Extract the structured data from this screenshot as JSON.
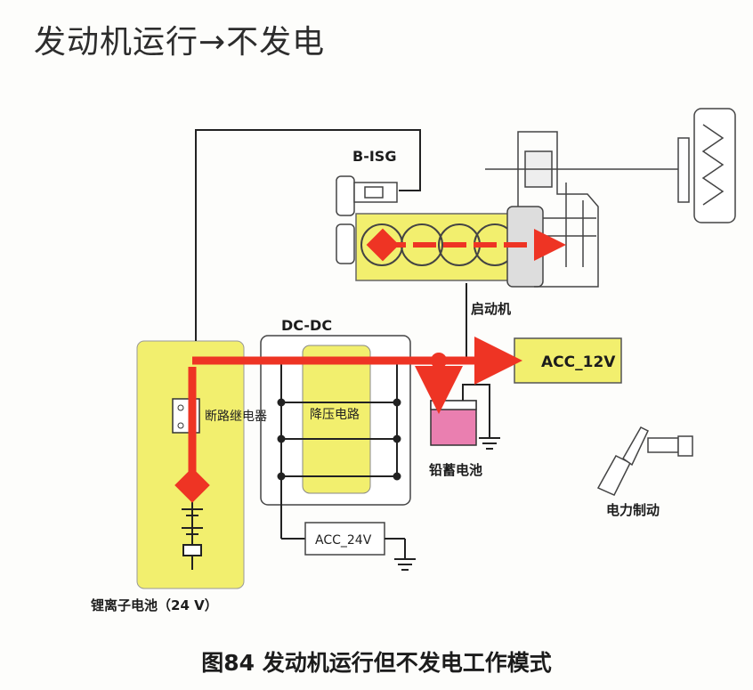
{
  "title": "发动机运行→不发电",
  "caption": "图84 发动机运行但不发电工作模式",
  "labels": {
    "bisg": "B-ISG",
    "starter": "启动机",
    "dcdc": "DC-DC",
    "acc12": "ACC_12V",
    "relay": "断路继电器",
    "buck": "降压电路",
    "lead_battery": "铅蓄电池",
    "acc24": "ACC_24V",
    "regen": "电力制动",
    "li_battery": "锂离子电池（24 V）"
  },
  "colors": {
    "yellow": "#f2ef6e",
    "flow_red": "#ee3424",
    "pink": "#ea7fb0",
    "line": "#222222"
  }
}
